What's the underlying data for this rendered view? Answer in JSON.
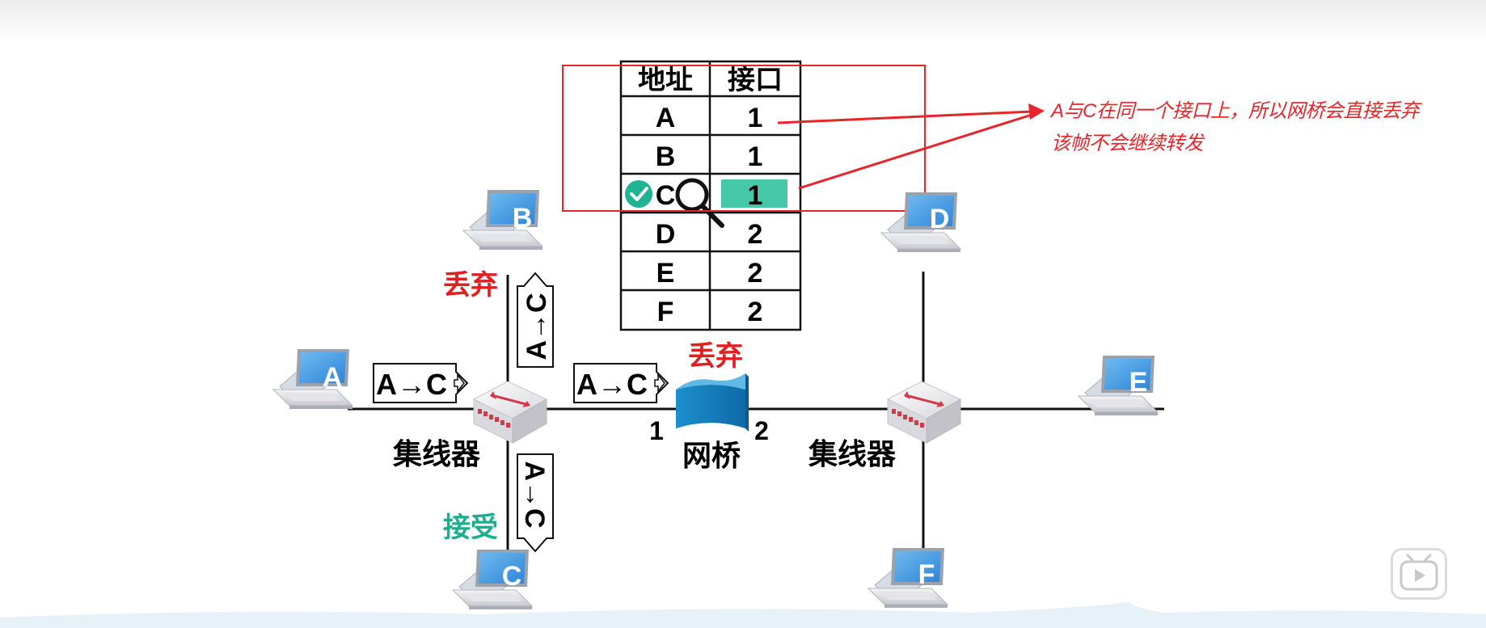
{
  "table": {
    "headers": [
      "地址",
      "接口"
    ],
    "rows": [
      {
        "address": "A",
        "port": "1"
      },
      {
        "address": "B",
        "port": "1"
      },
      {
        "address": "C",
        "port": "1"
      },
      {
        "address": "D",
        "port": "2"
      },
      {
        "address": "E",
        "port": "2"
      },
      {
        "address": "F",
        "port": "2"
      }
    ],
    "highlight_color": "#45c7a8"
  },
  "annotation": {
    "line1": "A与C在同一个接口上，所以网桥会直接丢弃",
    "line2": "该帧不会继续转发",
    "color": "#e8242a"
  },
  "hosts": {
    "a": "A",
    "b": "B",
    "c": "C",
    "d": "D",
    "e": "E",
    "f": "F"
  },
  "devices": {
    "hub_left": "集线器",
    "hub_right": "集线器",
    "bridge": "网桥",
    "bridge_port_left": "1",
    "bridge_port_right": "2"
  },
  "frames": {
    "text": "A→C"
  },
  "status": {
    "discard_b": "丢弃",
    "discard_bridge": "丢弃",
    "accept_c": "接受",
    "discard_color": "#e02020",
    "accept_color": "#1aaf8f"
  }
}
